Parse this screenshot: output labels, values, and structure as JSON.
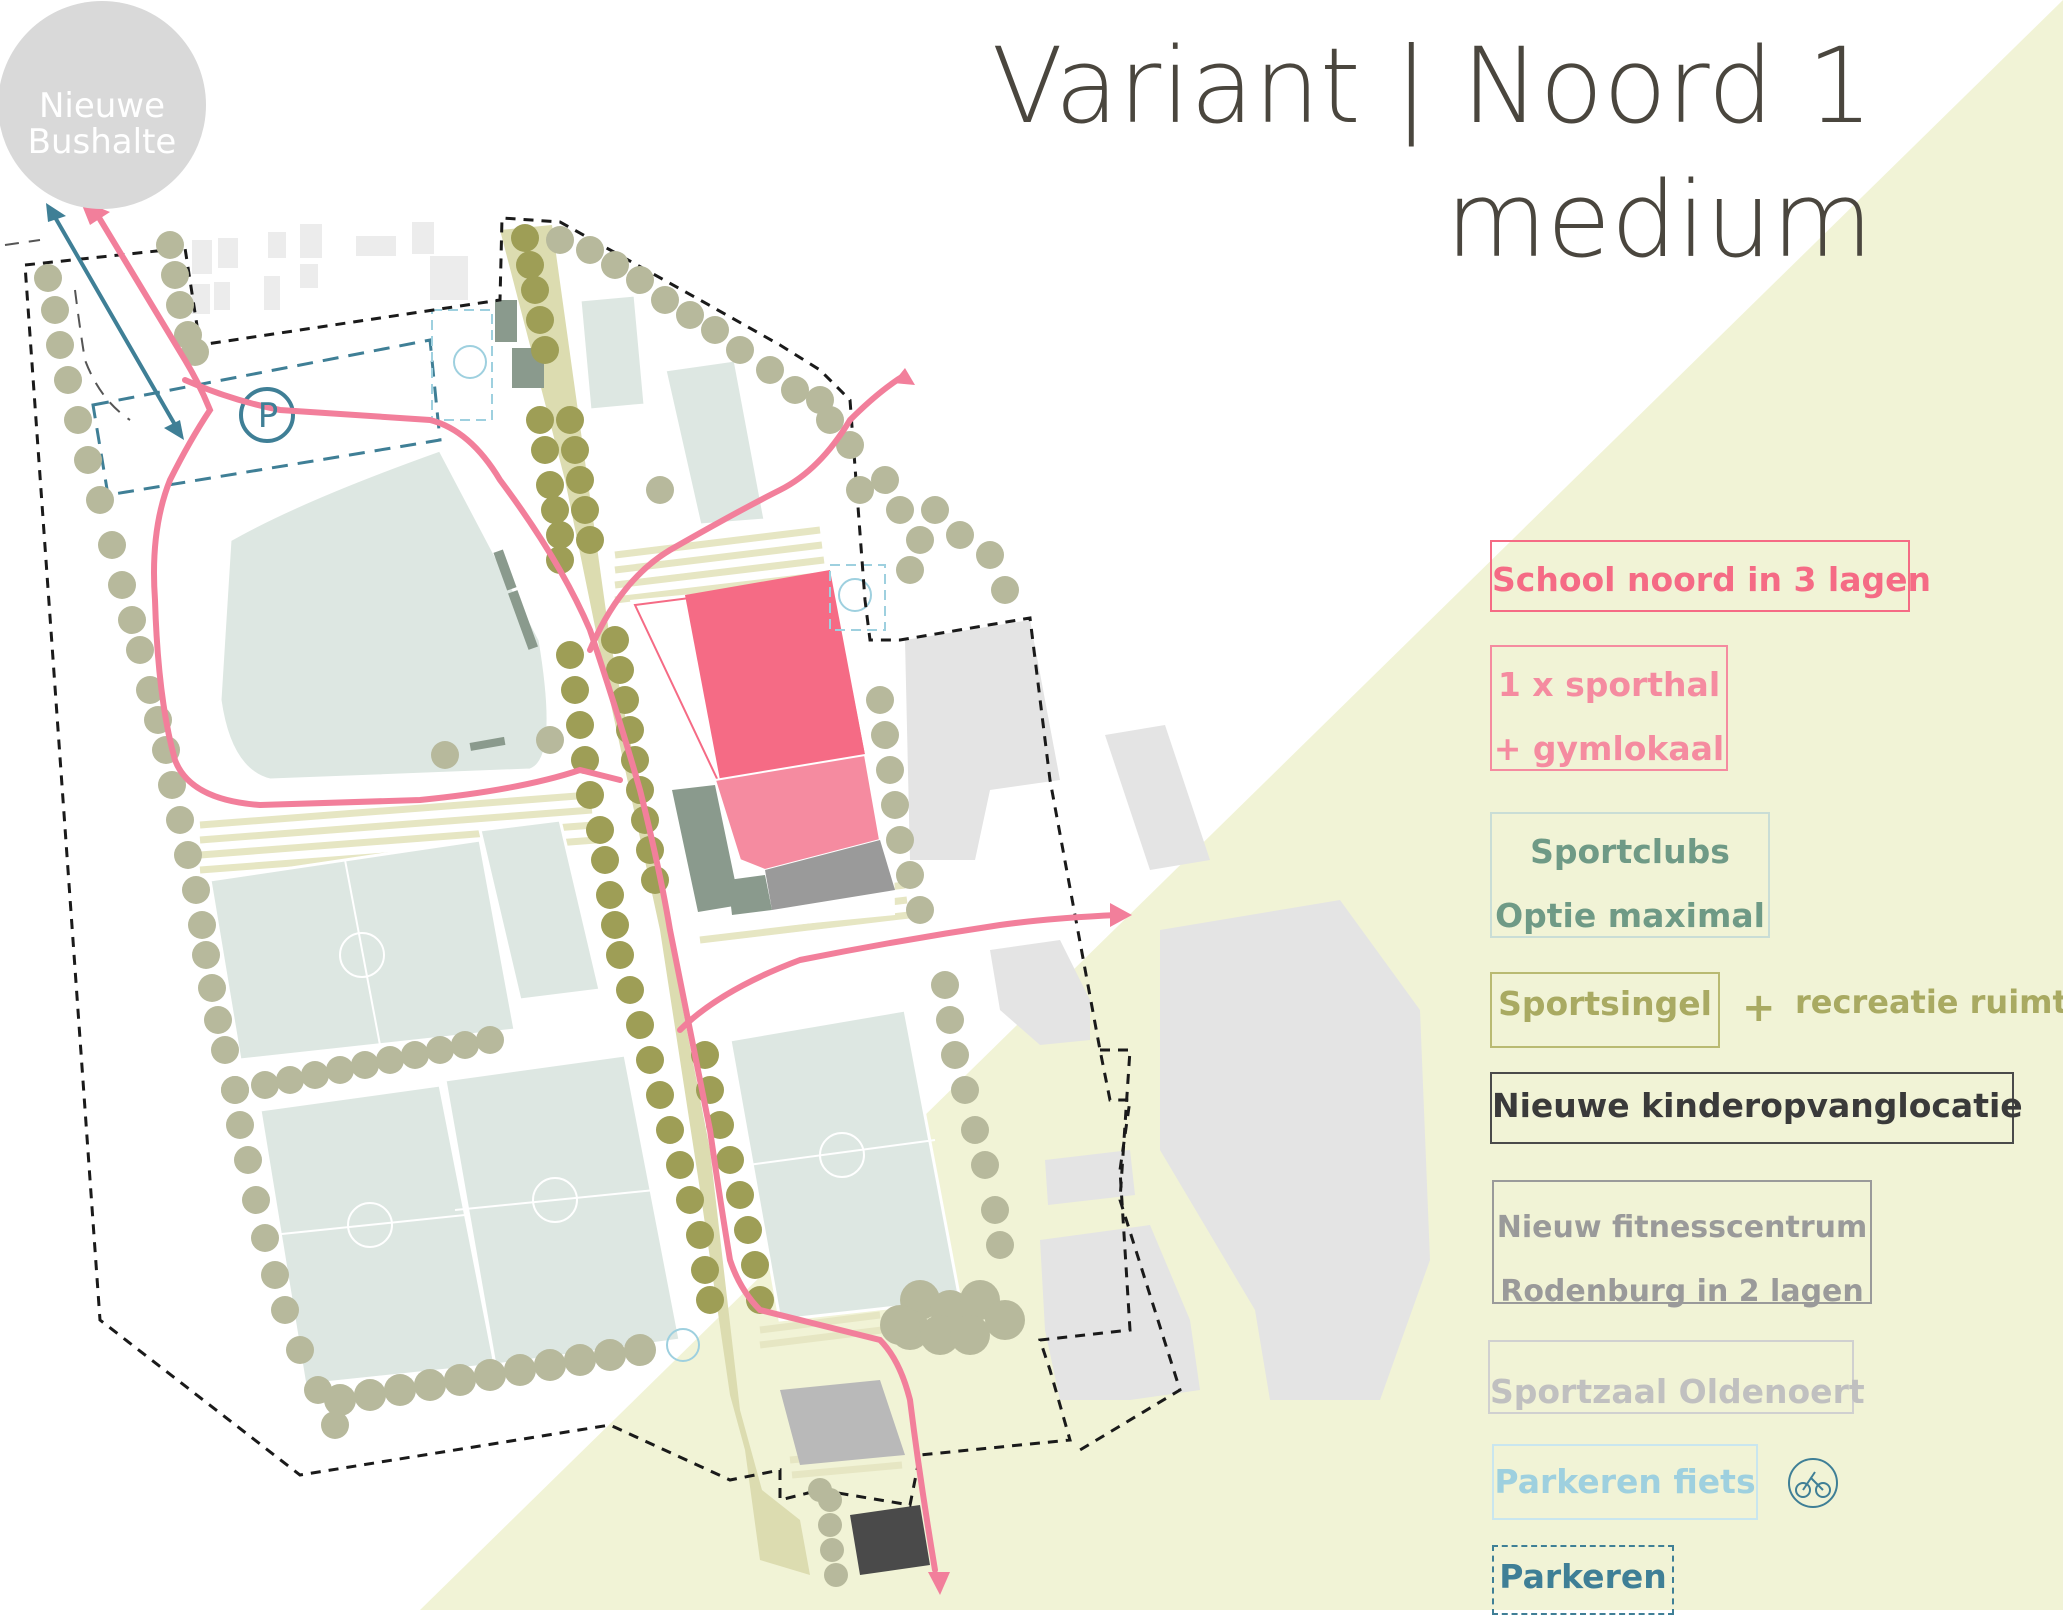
{
  "title": {
    "line1": "Variant | Noord 1",
    "line2": "medium"
  },
  "bus_stop": {
    "line1": "Nieuwe",
    "line2": "Bushalte"
  },
  "parking_symbol": "P",
  "legend": {
    "school": "School noord in 3 lagen",
    "sporthal_line1": "1 x sporthal",
    "sporthal_line2": "+ gymlokaal",
    "sportclubs_line1": "Sportclubs",
    "sportclubs_line2": "Optie maximal",
    "sportsingel": "Sportsingel",
    "plus": "+",
    "recreatie": "recreatie ruimte",
    "kinderopvang": "Nieuwe kinderopvanglocatie",
    "fitness_line1": "Nieuw fitnesscentrum",
    "fitness_line2": "Rodenburg in 2 lagen",
    "sportzaal": "Sportzaal Oldenoert",
    "parkeren_fiets": "Parkeren fiets",
    "parkeren": "Parkeren"
  },
  "icons": {
    "bike": "bicycle-icon",
    "parking": "parking-icon",
    "route_arrow": "route-arrow-icon",
    "tree": "tree-icon"
  },
  "colors": {
    "background_yellow": "#f1f3d6",
    "school": "#f56b85",
    "sporthal": "#f58ba0",
    "route": "#f27f9b",
    "sportclubs": "#8a9a8d",
    "sportsingel": "#dcdcb0",
    "tree": "#b7b99c",
    "tree_dark": "#9e9e56",
    "field": "#dde7e2",
    "building_grey": "#e4e4e4",
    "parking_blue": "#3f7f96",
    "bike_blue": "#9ed0df",
    "text_dark": "#4a463e",
    "legend_green": "#6f9a86",
    "legend_olive": "#a9aa62",
    "legend_grey": "#9a9a9a"
  }
}
